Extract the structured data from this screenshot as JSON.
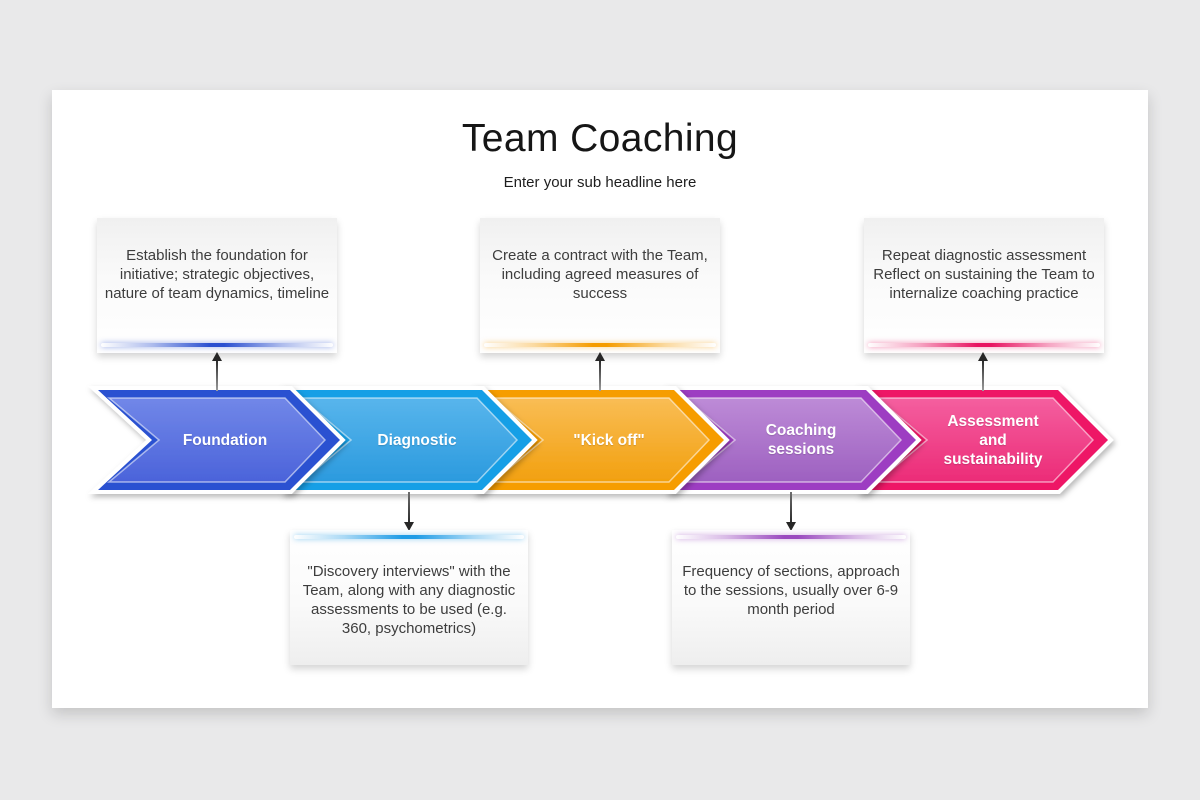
{
  "page": {
    "background_color": "#e9e9ea",
    "slide_background_color": "#ffffff"
  },
  "header": {
    "title": "Team Coaching",
    "subtitle": "Enter your sub headline here"
  },
  "process": {
    "steps": [
      {
        "label": "Foundation",
        "outer_color": "#2b51d1",
        "fill_top": "#7187e8",
        "fill_bottom": "#4b63da"
      },
      {
        "label": "Diagnostic",
        "outer_color": "#149fe6",
        "fill_top": "#58b5ec",
        "fill_bottom": "#2b9ade"
      },
      {
        "label": "\"Kick off\"",
        "outer_color": "#f69d03",
        "fill_top": "#f9bd55",
        "fill_bottom": "#f2a00f"
      },
      {
        "label": "Coaching sessions",
        "outer_color": "#9d3ec2",
        "fill_top": "#bd8bd7",
        "fill_bottom": "#9d60c0"
      },
      {
        "label": "Assessment and sustainability",
        "outer_color": "#ee1266",
        "fill_top": "#f45f9f",
        "fill_bottom": "#ec2b77"
      }
    ]
  },
  "top_notes": [
    {
      "text": "Establish the foundation for initiative; strategic objectives, nature of team dynamics, timeline",
      "accent": "#2b50d0"
    },
    {
      "text": "Create a contract with the Team, including agreed measures of success",
      "accent": "#f59c00"
    },
    {
      "text": "Repeat diagnostic assessment Reflect on sustaining the Team to internalize coaching practice",
      "accent": "#e81462"
    }
  ],
  "bottom_notes": [
    {
      "text": "\"Discovery interviews\" with the Team, along with any diagnostic assessments to be used (e.g. 360, psychometrics)",
      "accent": "#1f9ce6"
    },
    {
      "text": "Frequency of sections, approach to the sessions, usually over 6-9 month period",
      "accent": "#9b4abf"
    }
  ]
}
